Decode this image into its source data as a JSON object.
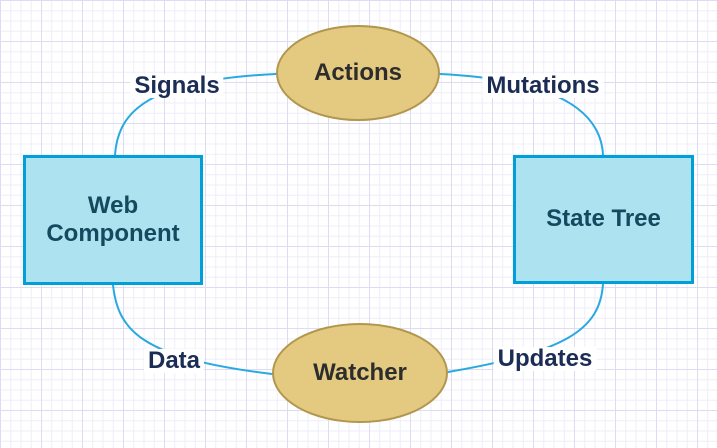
{
  "canvas": {
    "type": "diagram-grid-canvas"
  },
  "nodes": {
    "web_component": {
      "label": "Web Component",
      "shape": "rectangle"
    },
    "actions": {
      "label": "Actions",
      "shape": "ellipse"
    },
    "state_tree": {
      "label": "State Tree",
      "shape": "rectangle"
    },
    "watcher": {
      "label": "Watcher",
      "shape": "ellipse"
    }
  },
  "edge_labels": {
    "signals": {
      "label": "Signals"
    },
    "mutations": {
      "label": "Mutations"
    },
    "updates": {
      "label": "Updates"
    },
    "data": {
      "label": "Data"
    }
  },
  "cycle_order": [
    "Web Component",
    "Signals",
    "Actions",
    "Mutations",
    "State Tree",
    "Updates",
    "Watcher",
    "Data"
  ],
  "colors": {
    "connector": "#29a9e1",
    "rect_fill": "#ade2f1",
    "rect_border": "#019fd7",
    "rect_text": "#14495e",
    "ellipse_fill": "#e3ca80",
    "ellipse_border": "#b1964e",
    "ellipse_text": "#2d2d2d",
    "edge_label_text": "#1b2d55",
    "grid_minor": "#eeedf8",
    "grid_major": "#dedcf0"
  }
}
